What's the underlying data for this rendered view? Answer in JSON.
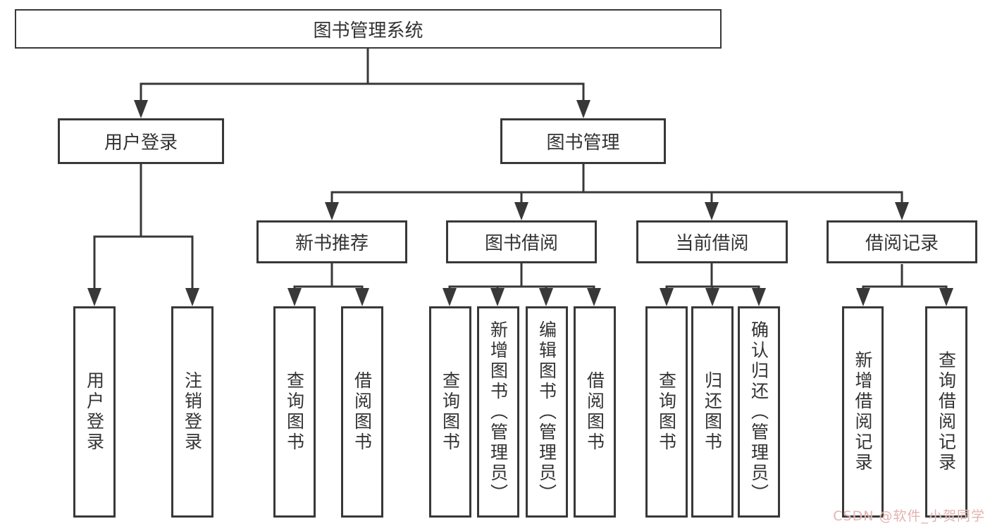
{
  "diagram": {
    "root": {
      "label": "图书管理系统"
    },
    "branches": [
      {
        "label": "用户登录",
        "children": [
          {
            "label": "用户登录"
          },
          {
            "label": "注销登录"
          }
        ]
      },
      {
        "label": "图书管理",
        "children": [
          {
            "label": "新书推荐",
            "children": [
              {
                "label": "查询图书"
              },
              {
                "label": "借阅图书"
              }
            ]
          },
          {
            "label": "图书借阅",
            "children": [
              {
                "label": "查询图书"
              },
              {
                "label": "新增图书（管理员）"
              },
              {
                "label": "编辑图书（管理员）"
              },
              {
                "label": "借阅图书"
              }
            ]
          },
          {
            "label": "当前借阅",
            "children": [
              {
                "label": "查询图书"
              },
              {
                "label": "归还图书"
              },
              {
                "label": "确认归还（管理员）"
              }
            ]
          },
          {
            "label": "借阅记录",
            "children": [
              {
                "label": "新增借阅记录"
              },
              {
                "label": "查询借阅记录"
              }
            ]
          }
        ]
      }
    ]
  },
  "watermark": {
    "text": "CSDN @软件_小贺同学"
  },
  "colors": {
    "line": "#383838",
    "text": "#333333",
    "background": "#ffffff",
    "watermark": "#e2b3af"
  }
}
